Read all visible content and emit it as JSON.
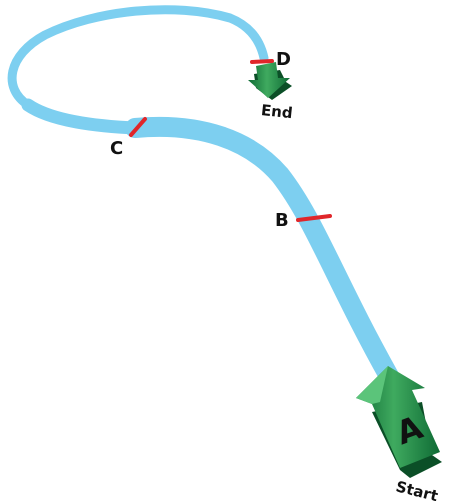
{
  "path": {
    "color": "#7dcff0"
  },
  "markers": {
    "color": "#e0262a",
    "checkpoints": [
      {
        "id": "C",
        "label": "C"
      },
      {
        "id": "B",
        "label": "B"
      },
      {
        "id": "D",
        "label": "D"
      }
    ]
  },
  "start_arrow": {
    "letter": "A",
    "caption": "Start",
    "color_light": "#3faa5f",
    "color_dark": "#0f6b35"
  },
  "end_arrow": {
    "caption": "End",
    "color_light": "#3faa5f",
    "color_dark": "#0f6b35"
  }
}
